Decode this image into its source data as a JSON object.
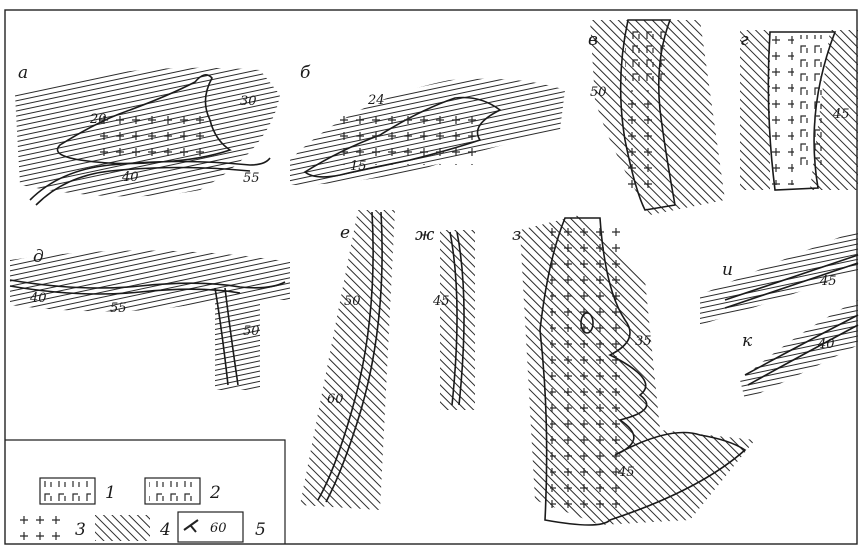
{
  "panels": [
    {
      "id": "a",
      "label": "а",
      "dips": [
        "20",
        "30",
        "40",
        "55"
      ]
    },
    {
      "id": "b",
      "label": "б",
      "dips": [
        "24",
        "15"
      ]
    },
    {
      "id": "v",
      "label": "в",
      "dips": [
        "50"
      ]
    },
    {
      "id": "g",
      "label": "г",
      "dips": [
        "45"
      ]
    },
    {
      "id": "d",
      "label": "д",
      "dips": [
        "40",
        "55",
        "50"
      ]
    },
    {
      "id": "e",
      "label": "е",
      "dips": [
        "50",
        "60"
      ]
    },
    {
      "id": "zh",
      "label": "ж",
      "dips": [
        "45"
      ]
    },
    {
      "id": "z",
      "label": "з",
      "dips": [
        "35",
        "45"
      ]
    },
    {
      "id": "i",
      "label": "и",
      "dips": [
        "45"
      ]
    },
    {
      "id": "k",
      "label": "к",
      "dips": [
        "40"
      ]
    }
  ],
  "legend": [
    {
      "num": "1"
    },
    {
      "num": "2"
    },
    {
      "num": "3"
    },
    {
      "num": "4"
    },
    {
      "num": "5",
      "sample": "60"
    }
  ]
}
